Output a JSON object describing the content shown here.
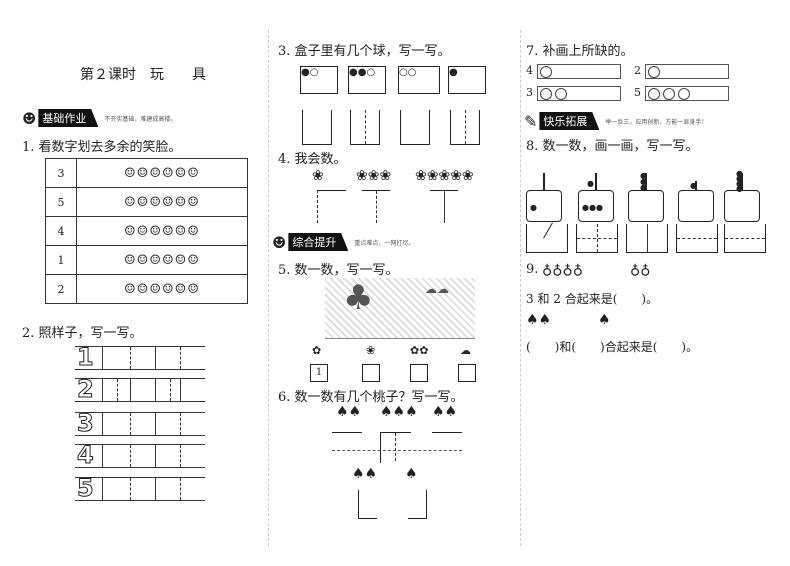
{
  "title": "第２课时　玩　　具",
  "banners": {
    "basic": {
      "label": "基础作业",
      "motto": "不夯实基础，难建成高楼。"
    },
    "advanced": {
      "label": "综合提升",
      "motto": "重点难点，一网打尽。"
    },
    "fun": {
      "label": "快乐拓展",
      "motto": "举一反三，应用创新，方能一显身手！"
    }
  },
  "q1": {
    "text": "1. 看数字划去多余的笑脸。",
    "rows": [
      {
        "n": "3",
        "faces": "☺☺☺☺☺☺"
      },
      {
        "n": "5",
        "faces": "☺☺☺☺☺☺"
      },
      {
        "n": "4",
        "faces": "☺☺☺☺☺☺"
      },
      {
        "n": "1",
        "faces": "☺☺☺☺☺☺"
      },
      {
        "n": "2",
        "faces": "☺☺☺☺☺☺"
      }
    ]
  },
  "q2": {
    "text": "2. 照样子，写一写。",
    "digits": [
      "1",
      "2",
      "3",
      "4",
      "5"
    ]
  },
  "q3": {
    "text": "3. 盒子里有几个球，写一写。"
  },
  "q4": {
    "text": "4. 我会数。"
  },
  "q5": {
    "text": "5. 数一数，写一写。",
    "answer": "1"
  },
  "q6": {
    "text": "6. 数一数有几个桃子？写一写。"
  },
  "q7": {
    "text": "7. 补画上所缺的。",
    "rows": [
      {
        "n": "4",
        "circles": 1
      },
      {
        "n": "2",
        "circles": 1
      },
      {
        "n": "3",
        "circles": 2
      },
      {
        "n": "5",
        "circles": 3
      }
    ]
  },
  "q8": {
    "text": "8. 数一数，画一画，写一写。"
  },
  "q9": {
    "label": "9.",
    "line1": "3 和 2 合起来是(　　)。",
    "line2": "(　　)和(　　)合起来是(　　)。"
  }
}
